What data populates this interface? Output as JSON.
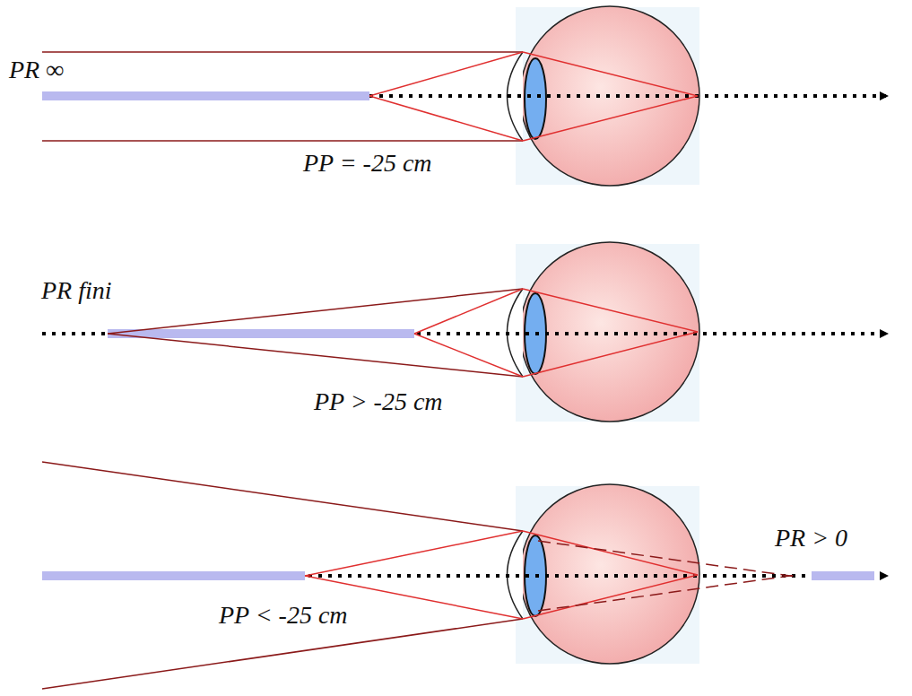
{
  "diagram": {
    "labels": [
      "PR ∞",
      "PP = -25 cm",
      "PR fini",
      "PP > -25 cm",
      "PR > 0",
      "PP < -25 cm"
    ]
  }
}
